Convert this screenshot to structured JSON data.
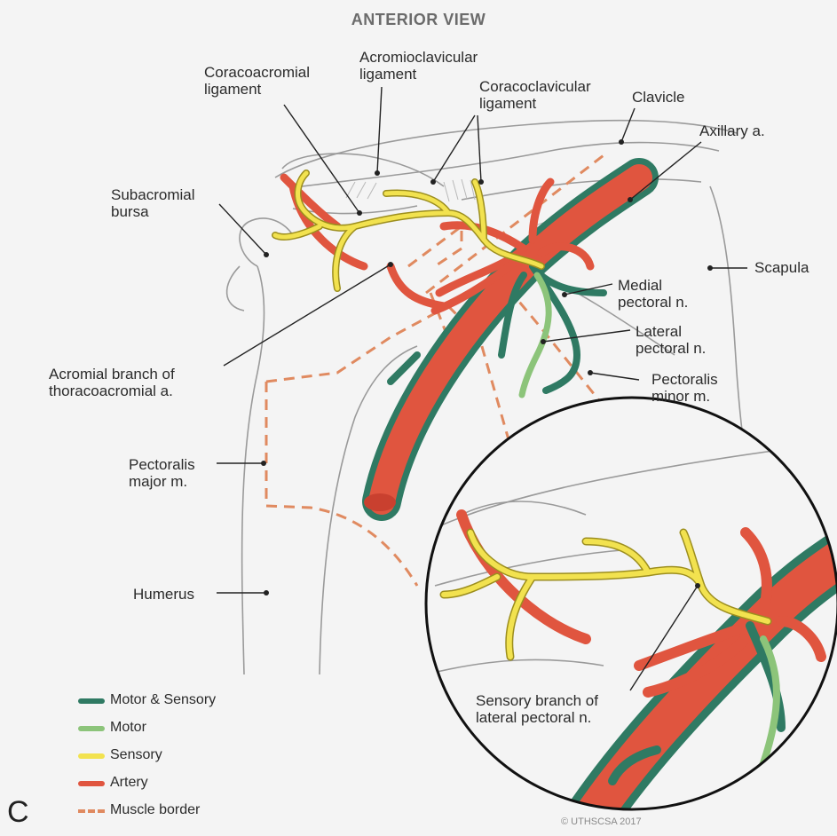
{
  "title": "ANTERIOR VIEW",
  "panel_letter": "C",
  "copyright": "© UTHSCSA 2017",
  "colors": {
    "motor_sensory": "#2f7a63",
    "motor": "#8cc47a",
    "sensory": "#f2e24f",
    "artery": "#e0553f",
    "muscle_border": "#e08a60",
    "outline": "#9a9a9a"
  },
  "labels": {
    "coracoacromial": [
      "Coracoacromial",
      "ligament"
    ],
    "acromioclavicular": [
      "Acromioclavicular",
      "ligament"
    ],
    "coracoclavicular": [
      "Coracoclavicular",
      "ligament"
    ],
    "clavicle": "Clavicle",
    "axillary": "Axillary a.",
    "subacromial": [
      "Subacromial",
      "bursa"
    ],
    "scapula": "Scapula",
    "medial_pectoral": [
      "Medial",
      "pectoral n."
    ],
    "lateral_pectoral": [
      "Lateral",
      "pectoral n."
    ],
    "pectoralis_minor": [
      "Pectoralis",
      "minor m."
    ],
    "acromial_branch": [
      "Acromial branch of",
      "thoracoacromial a."
    ],
    "pectoralis_major": [
      "Pectoralis",
      "major m."
    ],
    "humerus": "Humerus",
    "sensory_branch": [
      "Sensory branch of",
      "lateral pectoral n."
    ]
  },
  "legend": [
    {
      "label": "Motor & Sensory",
      "color_key": "motor_sensory"
    },
    {
      "label": "Motor",
      "color_key": "motor"
    },
    {
      "label": "Sensory",
      "color_key": "sensory"
    },
    {
      "label": "Artery",
      "color_key": "artery"
    },
    {
      "label": "Muscle border",
      "color_key": "muscle_border",
      "dashed": true
    }
  ]
}
